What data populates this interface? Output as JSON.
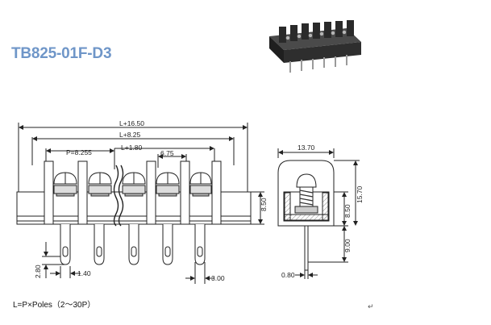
{
  "title": "TB825-01F-D3",
  "formula": "L=P×Poles（2～30P）",
  "paragraph_mark": "↵",
  "front_view": {
    "dims": {
      "overall": "L+16.50",
      "body": "L+8.25",
      "pitch": "P=8.255",
      "span": "L+1.80",
      "gap": "6.75",
      "height": "8.50",
      "pin_offset": "2.80",
      "pin_width": "1.40",
      "pin_slot": "3.00"
    }
  },
  "side_view": {
    "dims": {
      "width": "13.70",
      "total_height": "15.70",
      "body_height": "8.50",
      "pin_length": "9.00",
      "pin_thickness": "0.80"
    }
  },
  "colors": {
    "title": "#6f96c8",
    "line": "#222222"
  }
}
